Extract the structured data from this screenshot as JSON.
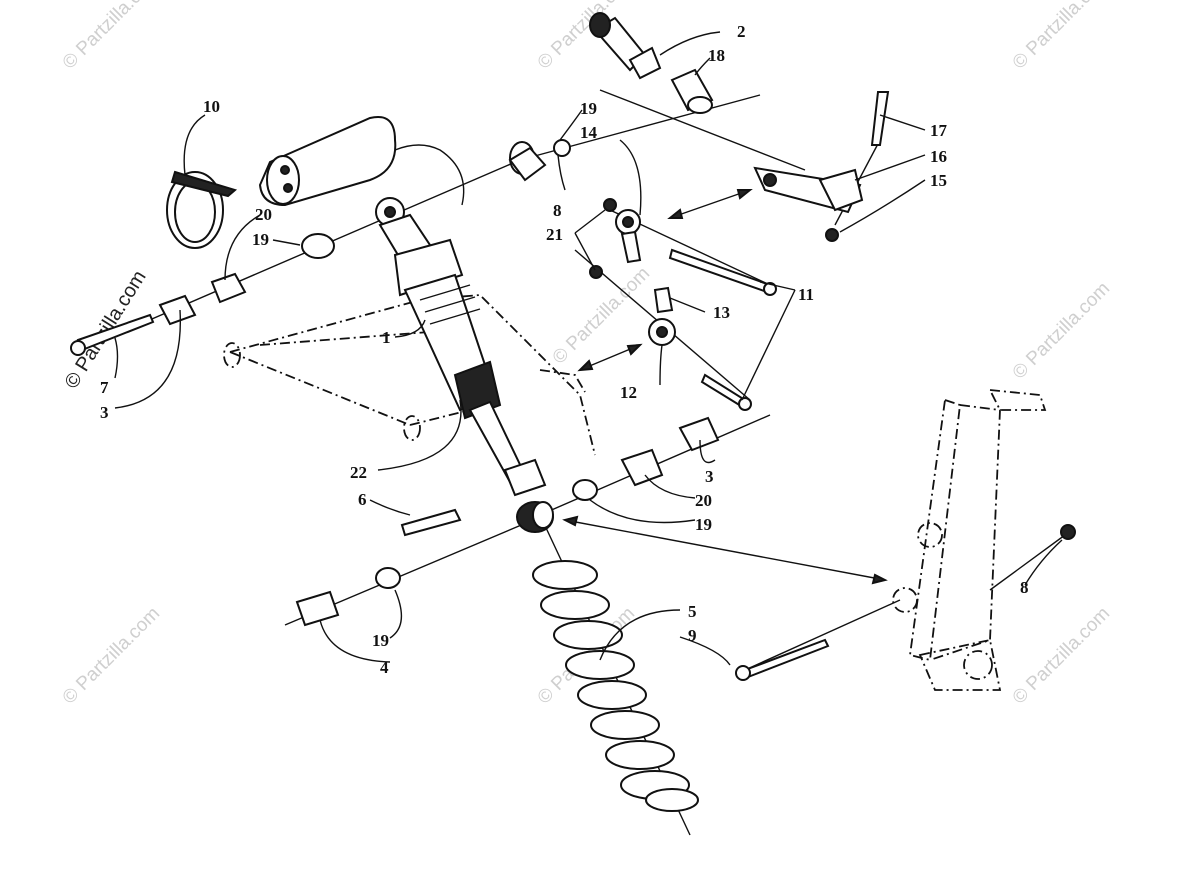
{
  "watermark": "© Partzilla.com",
  "side_watermark": "© Partzilla.com",
  "callouts": {
    "c1": "1",
    "c2": "2",
    "c3a": "3",
    "c3b": "3",
    "c4": "4",
    "c5": "5",
    "c6": "6",
    "c7": "7",
    "c8a": "8",
    "c8b": "8",
    "c9": "9",
    "c10": "10",
    "c11": "11",
    "c12": "12",
    "c13": "13",
    "c14": "14",
    "c15": "15",
    "c16": "16",
    "c17": "17",
    "c18": "18",
    "c19a": "19",
    "c19b": "19",
    "c19c": "19",
    "c19d": "19",
    "c20a": "20",
    "c20b": "20",
    "c21": "21",
    "c22": "22"
  }
}
